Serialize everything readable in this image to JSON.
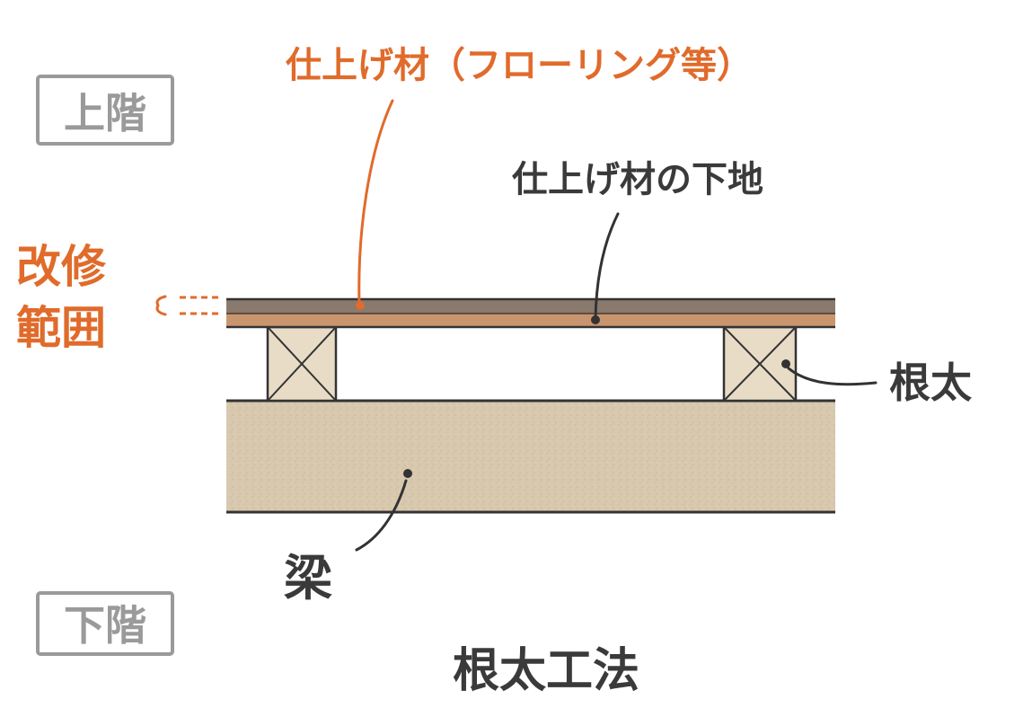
{
  "labels": {
    "finish_material": "仕上げ材（フローリング等）",
    "finish_base": "仕上げ材の下地",
    "renovation_scope_line1": "改修",
    "renovation_scope_line2": "範囲",
    "joist": "根太",
    "beam": "梁",
    "upper_floor": "上階",
    "lower_floor": "下階",
    "method_title": "根太工法"
  },
  "colors": {
    "accent_orange": "#e06b2b",
    "ink": "#3a3a3a",
    "floor_label_gray": "#9a9a9a",
    "finish_layer": "#8a7a6e",
    "base_layer": "#c9956f",
    "joist_fill": "#e8dcc6",
    "beam_fill": "#d8c8ae"
  }
}
